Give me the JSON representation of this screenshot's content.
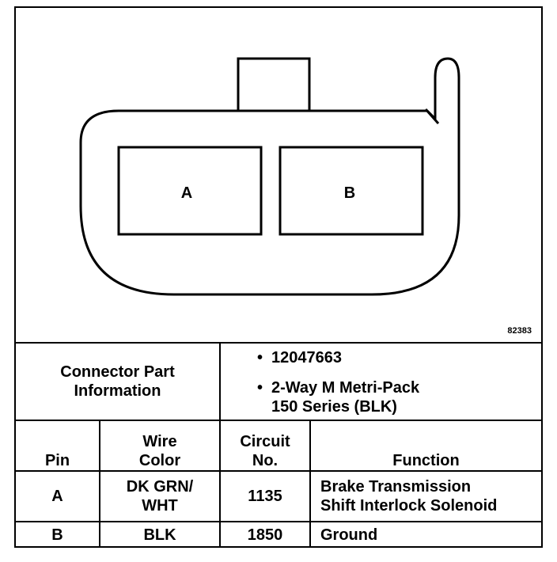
{
  "diagram": {
    "cavity_labels": [
      "A",
      "B"
    ],
    "figure_number": "82383"
  },
  "connector": {
    "label_line1": "Connector Part",
    "label_line2": "Information",
    "part_number": "12047663",
    "description_line1": "2-Way M Metri-Pack",
    "description_line2": "150 Series (BLK)"
  },
  "table": {
    "headers": {
      "pin": "Pin",
      "wire_color_line1": "Wire",
      "wire_color_line2": "Color",
      "circuit_line1": "Circuit",
      "circuit_line2": "No.",
      "function": "Function"
    },
    "rows": [
      {
        "pin": "A",
        "wire_color_line1": "DK GRN/",
        "wire_color_line2": "WHT",
        "circuit": "1135",
        "function_line1": "Brake Transmission",
        "function_line2": "Shift Interlock Solenoid"
      },
      {
        "pin": "B",
        "wire_color_line1": "BLK",
        "circuit": "1850",
        "function_line1": "Ground"
      }
    ]
  }
}
